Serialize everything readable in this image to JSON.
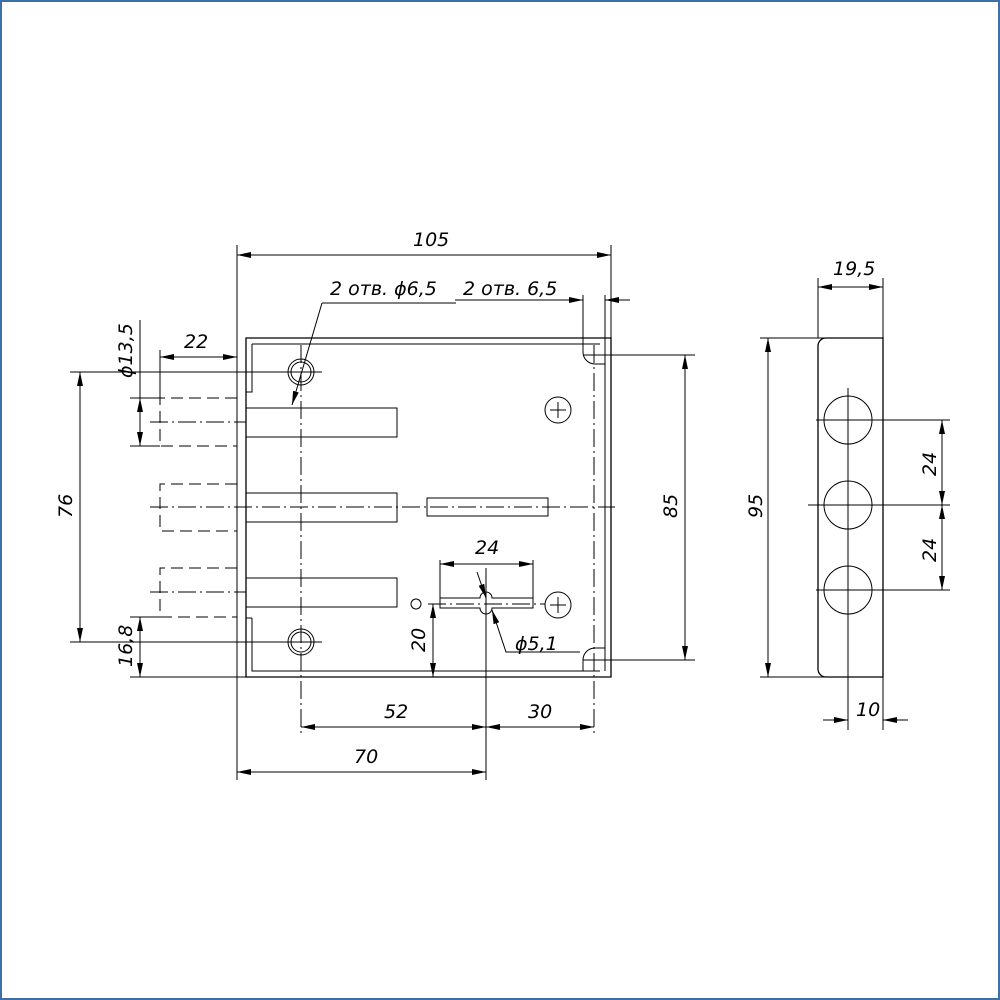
{
  "frame_color": "#3d6fa8",
  "front_view": {
    "dim_width": "105",
    "dim_bolt_projection": "22",
    "dim_bolt_diameter": "ϕ13,5",
    "dim_bolt_span": "76",
    "dim_bottom_offset": "16,8",
    "dim_height": "85",
    "dim_keyhole_height": "20",
    "dim_backset": "52",
    "dim_keyhole_right": "30",
    "dim_hole_to_key": "70",
    "dim_keyhole_width": "24",
    "dim_keyhole_diameter": "ϕ5,1",
    "note_holes_round": "2 отв. ϕ6,5",
    "note_holes_slot": "2 отв. 6,5"
  },
  "side_view": {
    "dim_thickness": "19,5",
    "dim_height": "95",
    "dim_pitch_top": "24",
    "dim_pitch_bottom": "24",
    "dim_center_offset": "10"
  }
}
